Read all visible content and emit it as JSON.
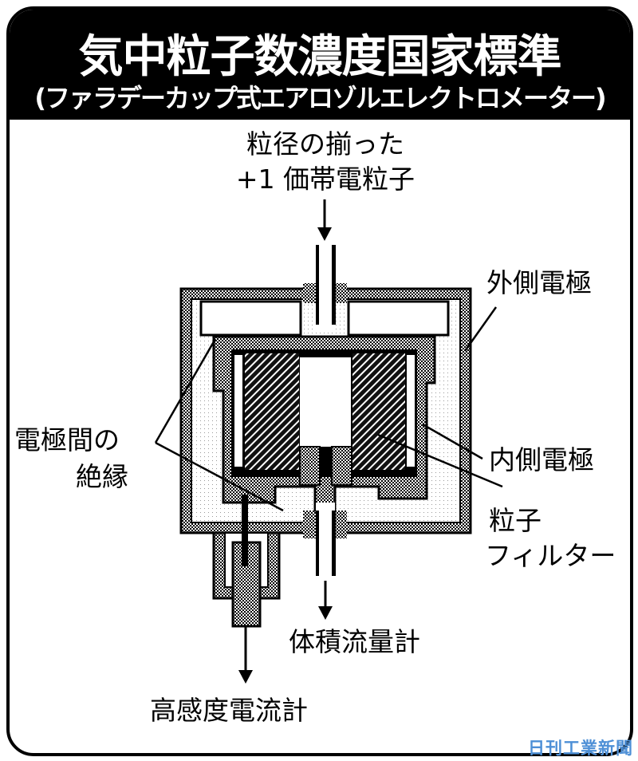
{
  "header": {
    "title": "気中粒子数濃度国家標準",
    "subtitle": "(ファラデーカップ式エアロゾルエレクトロメーター)"
  },
  "labels": {
    "inlet_line1": "粒径の揃った",
    "inlet_line2": "+1 価帯電粒子",
    "outer_electrode": "外側電極",
    "inner_electrode": "内側電極",
    "filter_line1": "粒子",
    "filter_line2": "フィルター",
    "insulation_line1": "電極間の",
    "insulation_line2": "絶縁",
    "flowmeter": "体積流量計",
    "electrometer": "高感度電流計"
  },
  "watermark": "日刊工業新聞",
  "colors": {
    "header_bg": "#000000",
    "watermark": "#4d8fd6"
  }
}
